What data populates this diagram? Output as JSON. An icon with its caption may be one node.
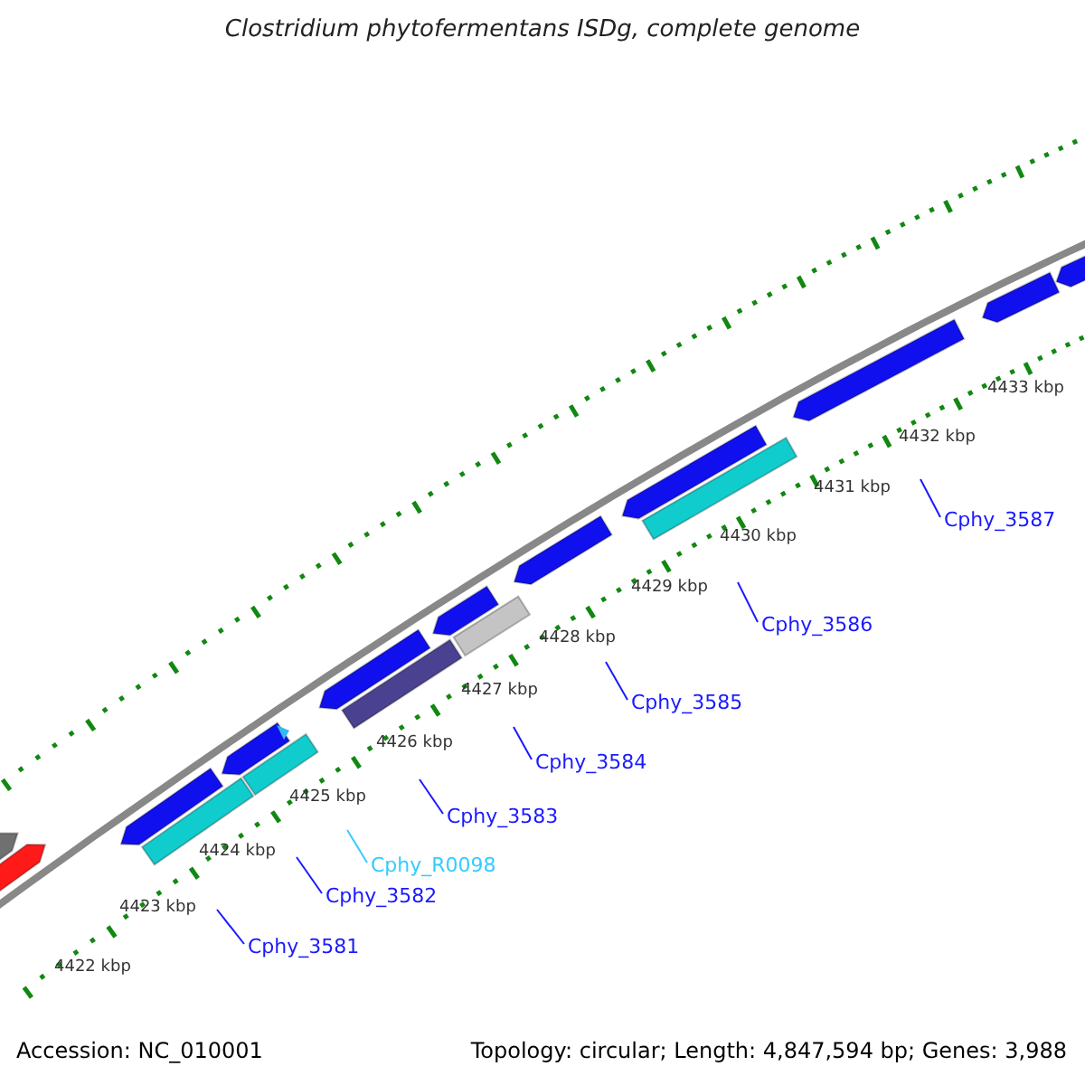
{
  "diagram": {
    "title": "Clostridium phytofermentans ISDg, complete genome",
    "nodes": [
      {
        "text": [
          "Cphy_3581"
        ]
      },
      {
        "text": [
          "Cphy_3582"
        ]
      },
      {
        "text": [
          "Cphy_R0098"
        ]
      },
      {
        "text": [
          "Cphy_3583"
        ]
      },
      {
        "text": [
          "Cphy_3584"
        ]
      },
      {
        "text": [
          "Cphy_3585"
        ]
      },
      {
        "text": [
          "Cphy_3586"
        ]
      },
      {
        "text": [
          "Cphy_3587"
        ]
      }
    ],
    "edges": [
      {
        "from": 0,
        "to": null,
        "arrow": "none"
      },
      {
        "from": 1,
        "to": null,
        "arrow": "none"
      },
      {
        "from": 2,
        "to": null,
        "arrow": "none",
        "color": "#33ccff"
      },
      {
        "from": 3,
        "to": null,
        "arrow": "none"
      },
      {
        "from": 4,
        "to": null,
        "arrow": "none"
      },
      {
        "from": 5,
        "to": null,
        "arrow": "none"
      },
      {
        "from": 6,
        "to": null,
        "arrow": "none"
      },
      {
        "from": 7,
        "to": null,
        "arrow": "none"
      }
    ],
    "labels": [
      "4422 kbp",
      "4423 kbp",
      "4424 kbp",
      "4425 kbp",
      "4426 kbp",
      "4427 kbp",
      "4428 kbp",
      "4429 kbp",
      "4430 kbp",
      "4431 kbp",
      "4432 kbp",
      "4433 kbp",
      "Accession: NC_010001",
      "Topology: circular; Length: 4,847,594 bp; Genes: 3,988"
    ]
  }
}
